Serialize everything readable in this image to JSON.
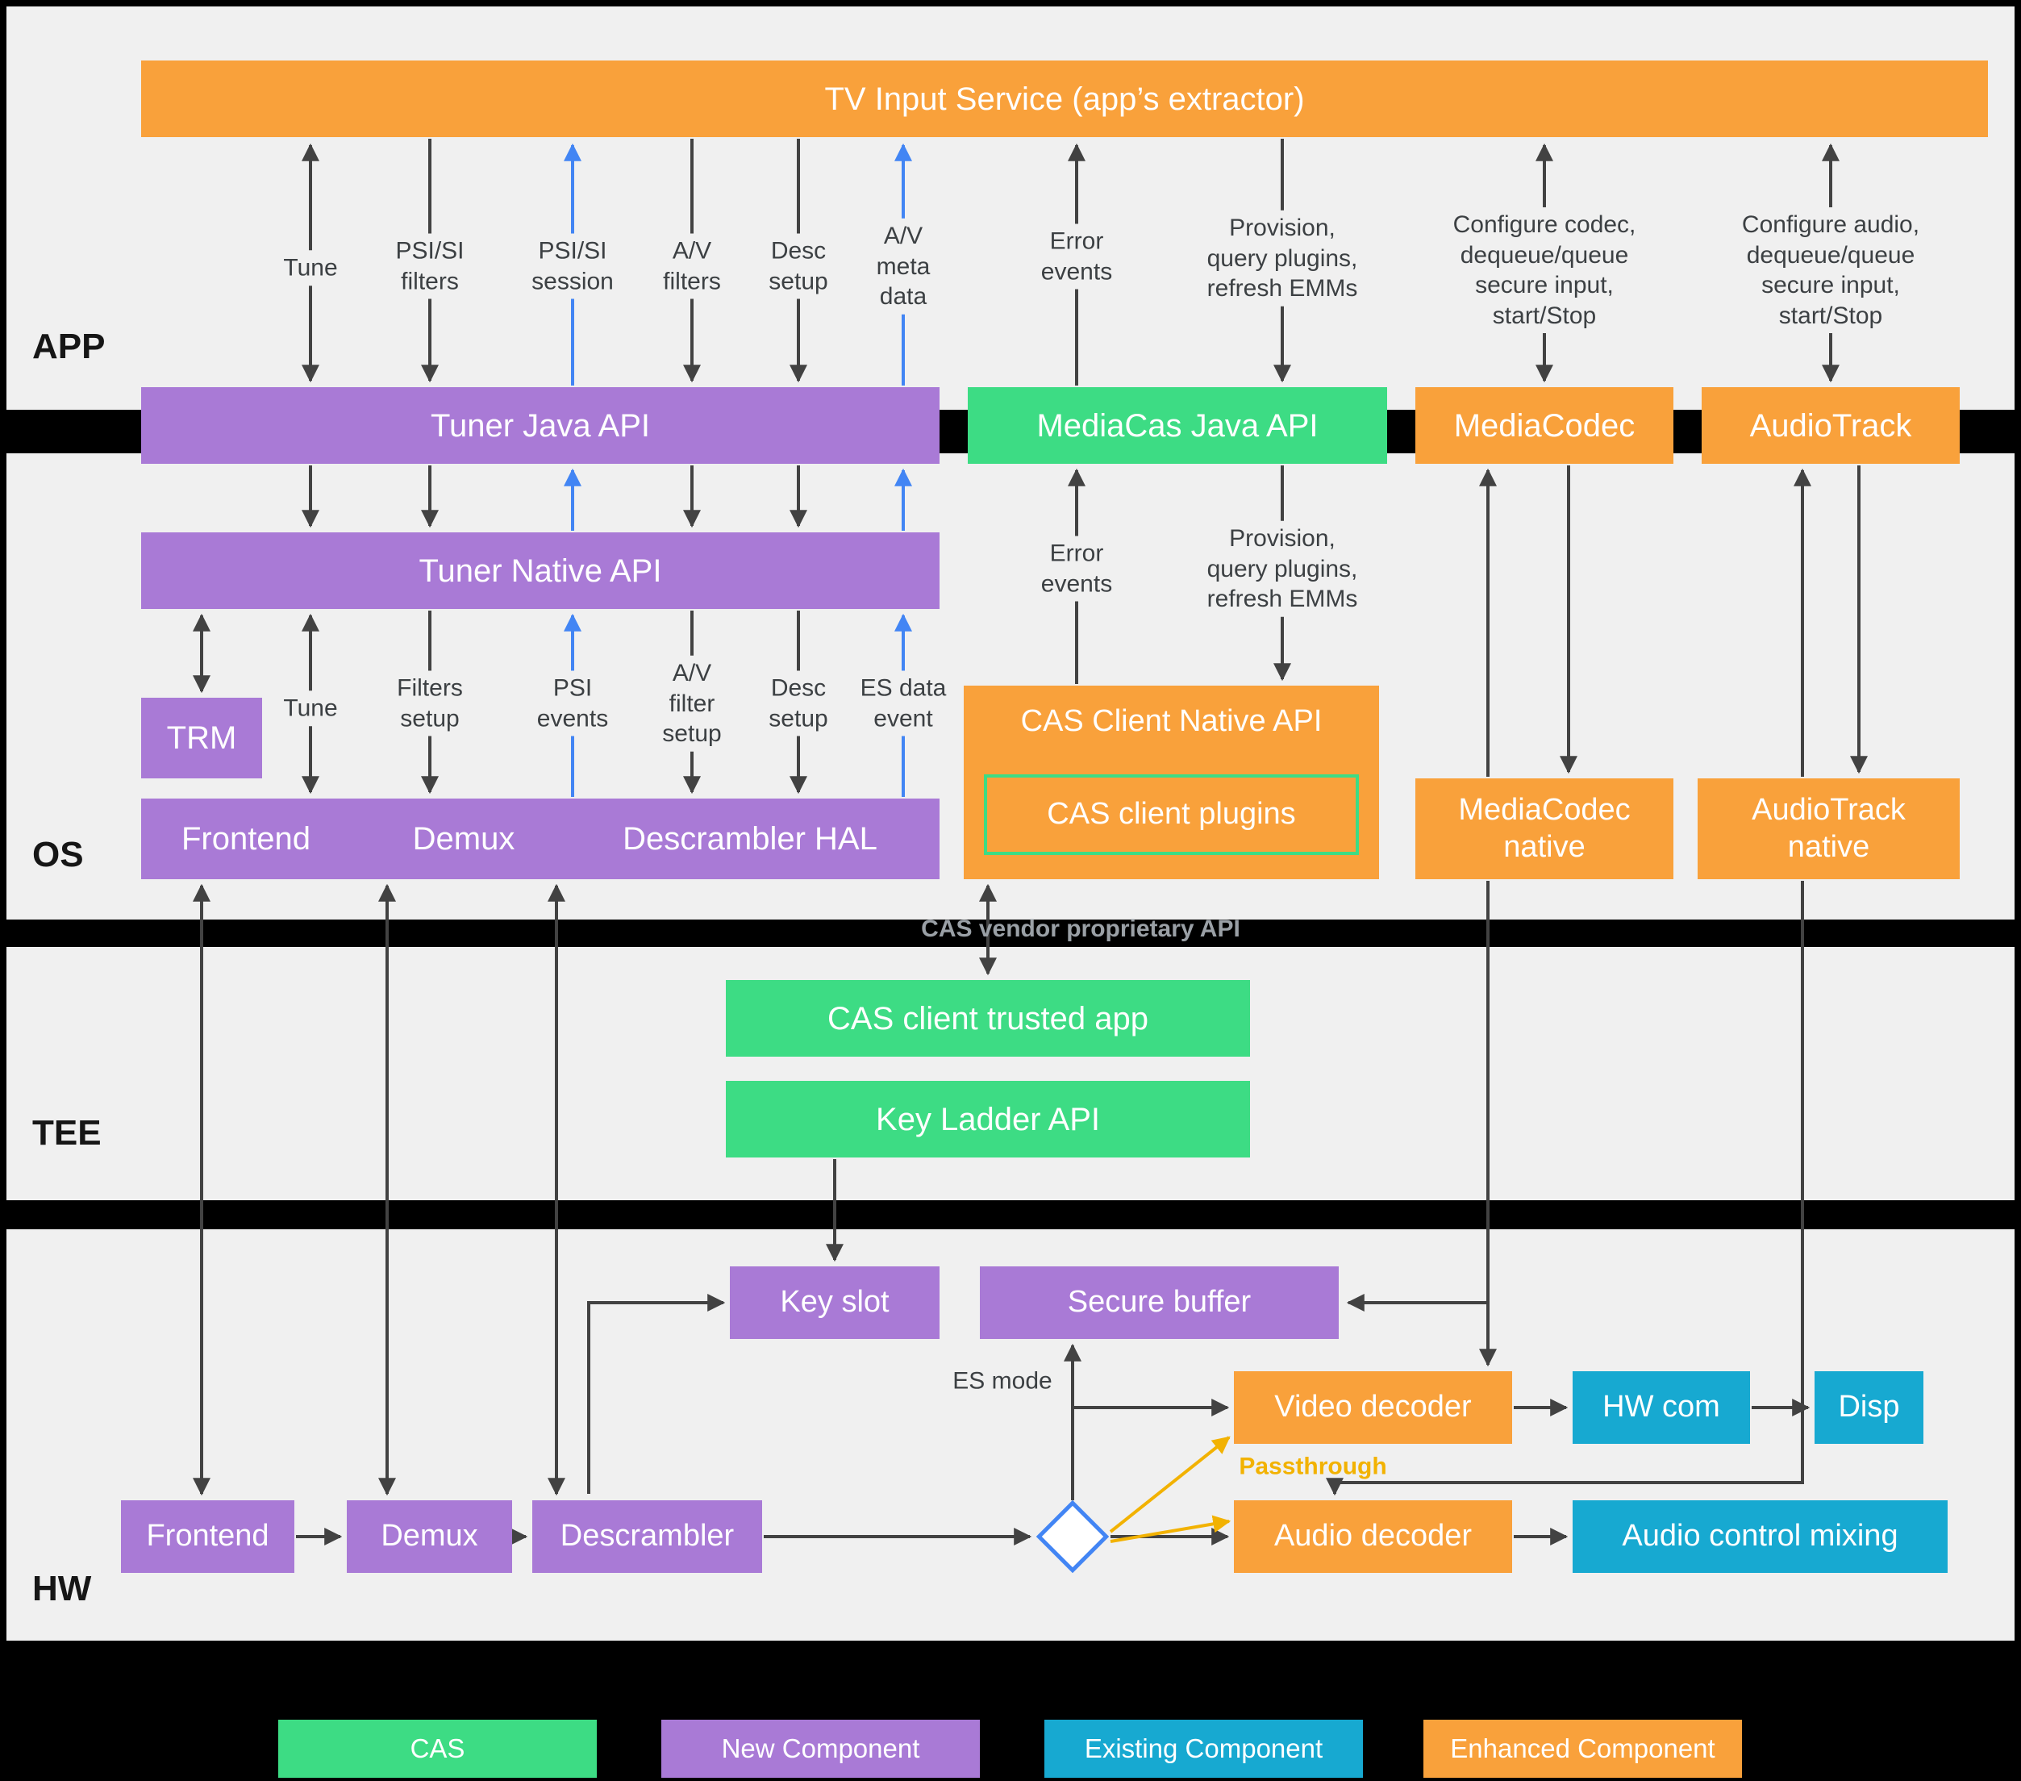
{
  "colors": {
    "orange": "#F9A13B",
    "purple": "#A97AD6",
    "green": "#3DDC84",
    "blue_box": "#17A9D1",
    "panel": "#F0F0F0",
    "arrow_dark": "#424242",
    "arrow_blue": "#4285F4",
    "arrow_yellow": "#F2B202",
    "muted_text": "#9AA0A6",
    "label_text": "#3C4043"
  },
  "sections": {
    "app": "APP",
    "os": "OS",
    "tee": "TEE",
    "hw": "HW"
  },
  "app": {
    "tv_input_service": "TV Input Service (app’s extractor)",
    "labels": {
      "tune": "Tune",
      "psi_si_filters": "PSI/SI\nfilters",
      "psi_si_session": "PSI/SI\nsession",
      "av_filters": "A/V\nfilters",
      "desc_setup": "Desc\nsetup",
      "av_meta_data": "A/V\nmeta\ndata",
      "error_events": "Error\nevents",
      "provision": "Provision,\nquery plugins,\nrefresh EMMs",
      "configure_codec": "Configure codec,\ndequeue/queue\nsecure input,\nstart/Stop",
      "configure_audio": "Configure audio,\ndequeue/queue\nsecure input,\nstart/Stop"
    }
  },
  "os": {
    "tuner_java_api": "Tuner Java API",
    "mediacas_java_api": "MediaCas Java API",
    "mediacodec": "MediaCodec",
    "audiotrack": "AudioTrack",
    "tuner_native_api": "Tuner Native API",
    "trm": "TRM",
    "hal": {
      "frontend": "Frontend",
      "demux": "Demux",
      "descrambler": "Descrambler HAL"
    },
    "cas_client_native_api": "CAS Client Native API",
    "cas_client_plugins": "CAS client plugins",
    "mediacodec_native": "MediaCodec\nnative",
    "audiotrack_native": "AudioTrack\nnative",
    "cas_vendor_api": "CAS vendor proprietary API",
    "labels": {
      "tune": "Tune",
      "filters_setup": "Filters\nsetup",
      "psi_events": "PSI\nevents",
      "av_filter_setup": "A/V\nfilter\nsetup",
      "desc_setup": "Desc\nsetup",
      "es_data_event": "ES data\nevent",
      "error_events": "Error\nevents",
      "provision": "Provision,\nquery plugins,\nrefresh EMMs"
    }
  },
  "tee": {
    "cas_client_trusted_app": "CAS client trusted app",
    "key_ladder_api": "Key Ladder API"
  },
  "hw": {
    "key_slot": "Key slot",
    "secure_buffer": "Secure buffer",
    "es_mode": "ES mode",
    "passthrough": "Passthrough",
    "video_decoder": "Video decoder",
    "hw_com": "HW com",
    "disp": "Disp",
    "audio_decoder": "Audio decoder",
    "audio_control_mixing": "Audio control mixing",
    "frontend": "Frontend",
    "demux": "Demux",
    "descrambler": "Descrambler"
  },
  "legend": {
    "cas": "CAS",
    "new_component": "New Component",
    "existing_component": "Existing Component",
    "enhanced_component": "Enhanced Component"
  }
}
